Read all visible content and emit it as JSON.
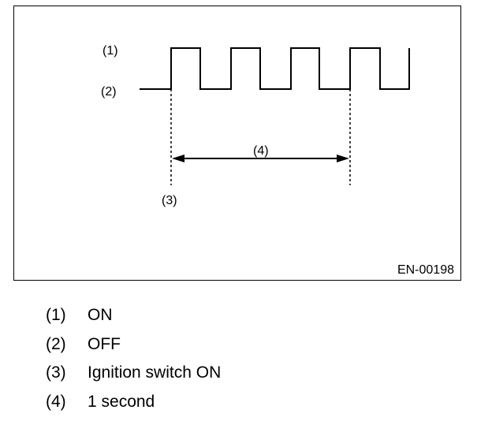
{
  "diagram": {
    "labels": {
      "on_level": "(1)",
      "off_level": "(2)",
      "ignition_marker": "(3)",
      "interval": "(4)"
    },
    "figure_code": "EN-00198",
    "signal": {
      "pulse_pattern": "square-wave",
      "high_segments_shown": 4
    }
  },
  "legend": {
    "items": [
      {
        "key": "(1)",
        "text": "ON"
      },
      {
        "key": "(2)",
        "text": "OFF"
      },
      {
        "key": "(3)",
        "text": "Ignition switch ON"
      },
      {
        "key": "(4)",
        "text": "1 second"
      }
    ]
  }
}
